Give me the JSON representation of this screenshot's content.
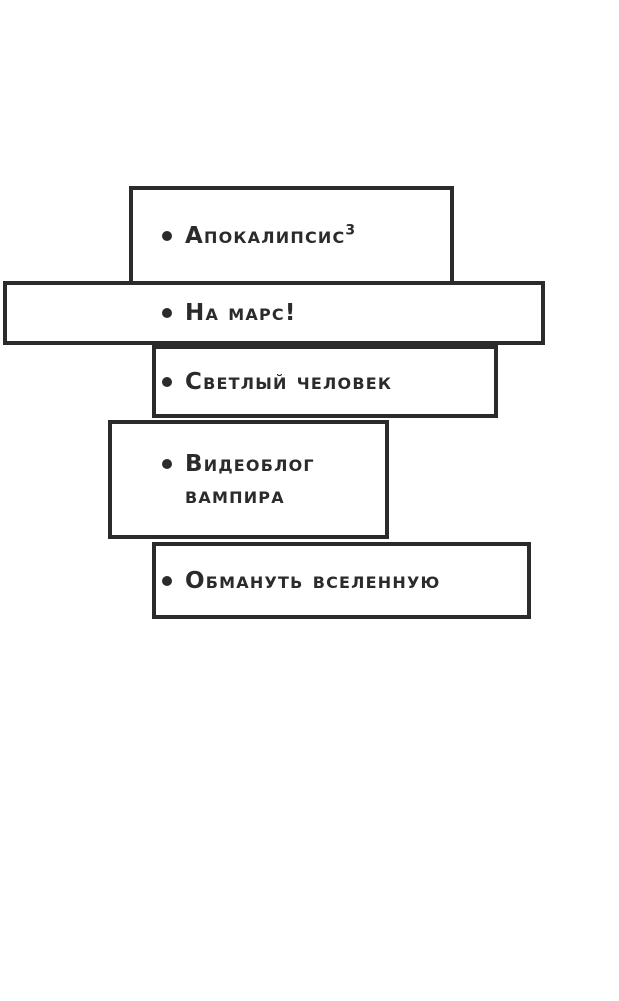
{
  "diagram": {
    "background_color": "#ffffff",
    "border_color": "#2b2b2e",
    "text_color": "#2b2b2e",
    "bullet_glyph": "bullet-dot",
    "items": [
      {
        "id": "apokalipsis",
        "label": "АПОКАЛИПСИС",
        "superscript": "3"
      },
      {
        "id": "na-mars",
        "label": "НА МАРС!",
        "superscript": ""
      },
      {
        "id": "svetlyy-chelovek",
        "label": "СВЕТЛЫЙ ЧЕЛОВЕК",
        "superscript": ""
      },
      {
        "id": "videoblog-vampira",
        "label": "ВИДЕОБЛОГ\nВАМПИРА",
        "superscript": ""
      },
      {
        "id": "obmanut-vselennuyu",
        "label": "ОБМАНУТЬ ВСЕЛЕННУЮ",
        "superscript": ""
      }
    ]
  }
}
